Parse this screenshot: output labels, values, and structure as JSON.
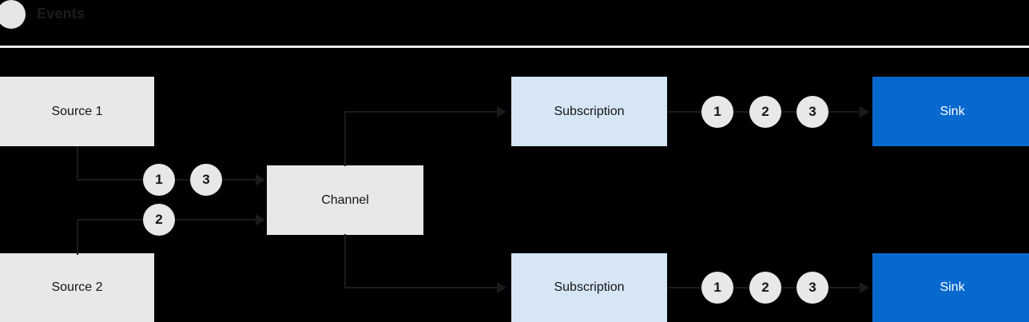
{
  "header": {
    "icon": "events-circle-icon",
    "title": "Events"
  },
  "diagram": {
    "type": "flow",
    "nodes": [
      {
        "id": "src1",
        "label": "Source 1",
        "kind": "source",
        "color": "#e8e8e8"
      },
      {
        "id": "src2",
        "label": "Source 2",
        "kind": "source",
        "color": "#e8e8e8"
      },
      {
        "id": "channel",
        "label": "Channel",
        "kind": "channel",
        "color": "#e8e8e8"
      },
      {
        "id": "sub1",
        "label": "Subscription",
        "kind": "subscription",
        "color": "#d6e6f5"
      },
      {
        "id": "sub2",
        "label": "Subscription",
        "kind": "subscription",
        "color": "#d6e6f5"
      },
      {
        "id": "sink1",
        "label": "Sink",
        "kind": "sink",
        "color": "#0569ce"
      },
      {
        "id": "sink2",
        "label": "Sink",
        "kind": "sink",
        "color": "#0569ce"
      }
    ],
    "tokens": {
      "src1_to_channel": [
        "1",
        "3"
      ],
      "src2_to_channel": [
        "2"
      ],
      "sub1_to_sink1": [
        "1",
        "2",
        "3"
      ],
      "sub2_to_sink2": [
        "1",
        "2",
        "3"
      ]
    },
    "edges": [
      {
        "from": "src1",
        "to": "channel"
      },
      {
        "from": "src2",
        "to": "channel"
      },
      {
        "from": "channel",
        "to": "sub1"
      },
      {
        "from": "channel",
        "to": "sub2"
      },
      {
        "from": "sub1",
        "to": "sink1"
      },
      {
        "from": "sub2",
        "to": "sink2"
      }
    ]
  },
  "colors": {
    "background": "#000000",
    "node_gray": "#e8e8e8",
    "node_blue_light": "#d6e6f5",
    "node_blue_strong": "#0569ce",
    "line": "#1b1b1b",
    "divider": "#e9e9e9"
  }
}
